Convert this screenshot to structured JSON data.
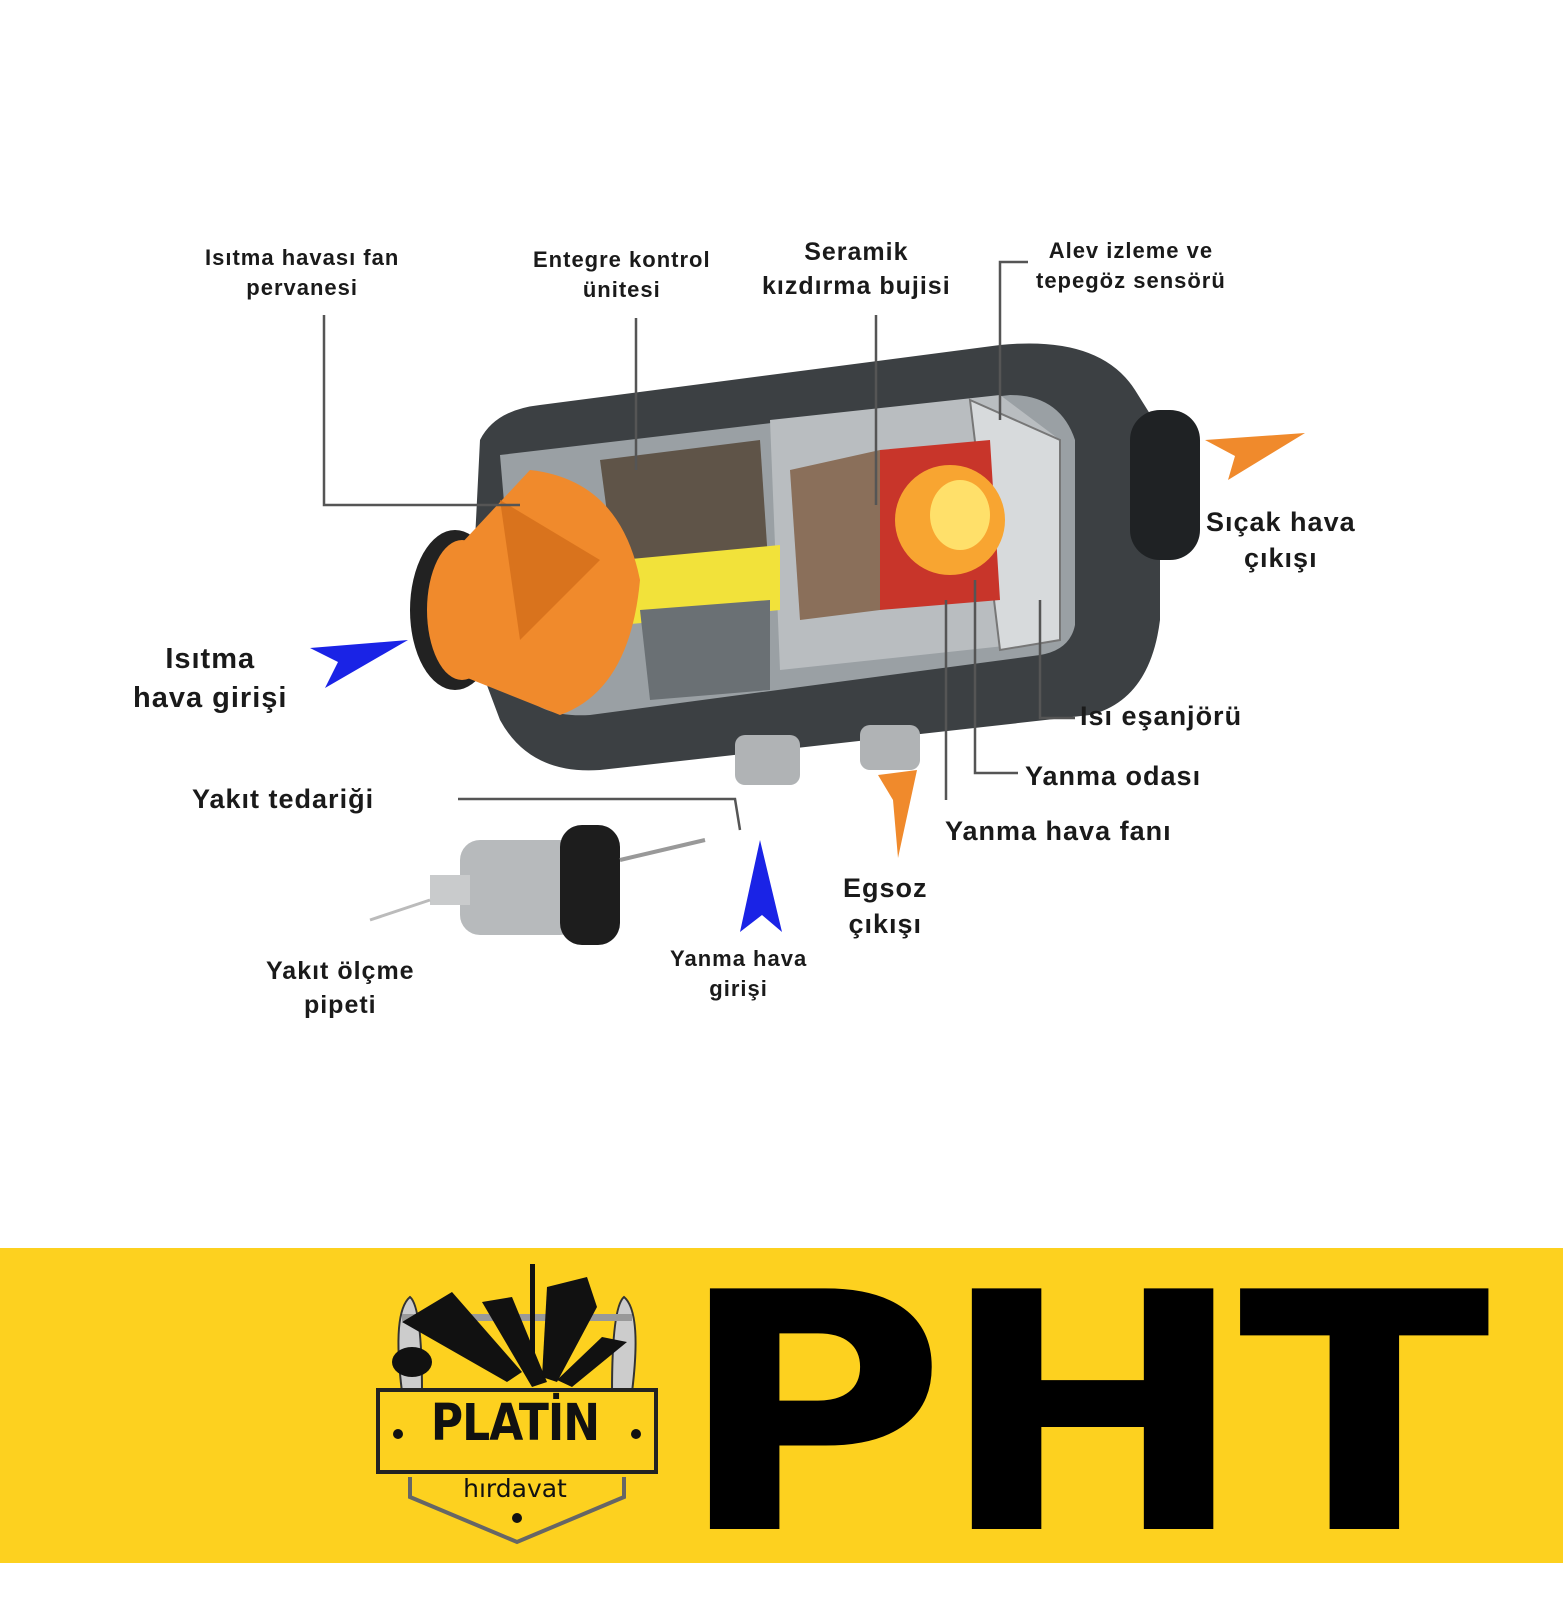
{
  "labels": {
    "fan_impeller": [
      "Isıtma havası fan",
      "pervanesi"
    ],
    "control_unit": [
      "Entegre kontrol",
      "ünitesi"
    ],
    "glow_plug": [
      "Seramik",
      "kızdırma bujisi"
    ],
    "flame_sensor": [
      "Alev izleme ve",
      "tepegöz sensörü"
    ],
    "hot_air_outlet": [
      "Sıçak hava",
      "çıkışı"
    ],
    "heating_air_inlet": [
      "Isıtma",
      "hava girişi"
    ],
    "heat_exchanger": "Isı eşanjörü",
    "combustion_chamber": "Yanma odası",
    "combustion_air_fan": "Yanma hava fanı",
    "fuel_supply": "Yakıt tedariği",
    "exhaust_outlet": [
      "Egsoz",
      "çıkışı"
    ],
    "fuel_metering_pump": [
      "Yakıt ölçme",
      "pipeti"
    ],
    "combustion_air_inlet": [
      "Yanma hava",
      "girişi"
    ]
  },
  "footer": {
    "logo_name": "PLATİN",
    "logo_sub": "hırdavat",
    "brand": "PHT"
  },
  "colors": {
    "band": "#fdd11f",
    "orange": "#f08a2c",
    "blue_arrow": "#1a23e6",
    "body": "#3c4043"
  }
}
